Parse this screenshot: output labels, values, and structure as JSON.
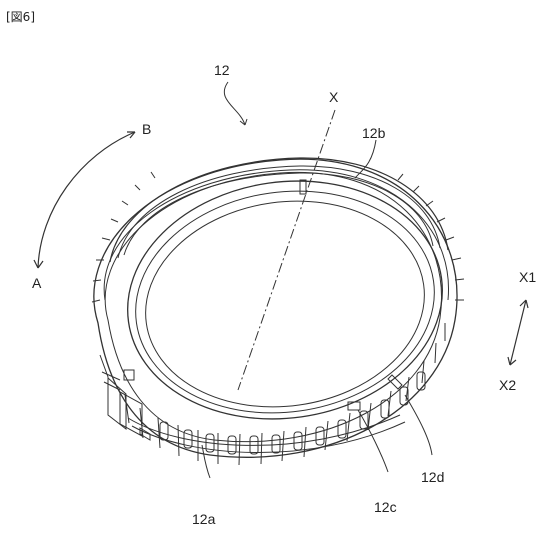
{
  "figure": {
    "title": "[図6]"
  },
  "labels": {
    "part": "12",
    "axis": "X",
    "top_edge": "12b",
    "rotation_b": "B",
    "rotation_a": "A",
    "axial_x1": "X1",
    "axial_x2": "X2",
    "knurl": "12a",
    "notch": "12c",
    "tab": "12d"
  },
  "colors": {
    "line": "#333333",
    "background": "#ffffff"
  }
}
